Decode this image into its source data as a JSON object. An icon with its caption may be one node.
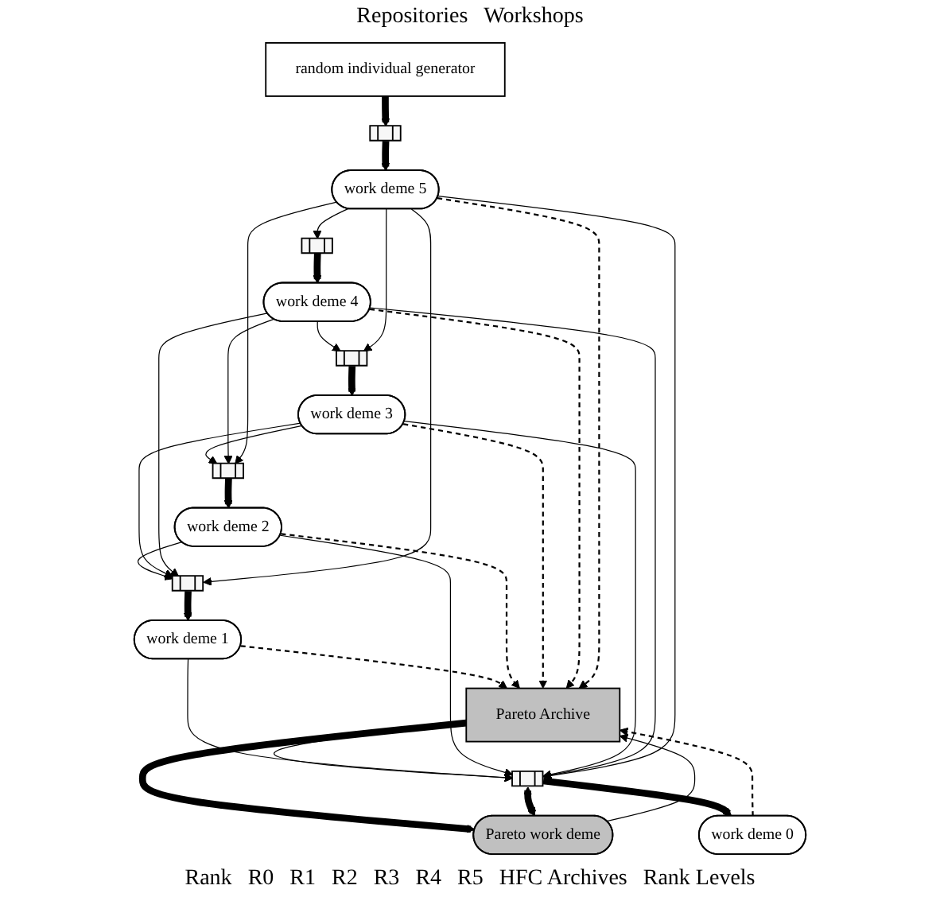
{
  "diagram": {
    "nodes": [
      {
        "text": [
          "Pareto Archive"
        ]
      },
      {
        "text": [],
        "shape": "bar"
      },
      {
        "text": [],
        "shape": "bar"
      },
      {
        "text": [],
        "shape": "bar"
      },
      {
        "text": [],
        "shape": "bar"
      },
      {
        "text": [],
        "shape": "bar"
      },
      {
        "text": [],
        "shape": "bar"
      },
      {
        "text": [
          "Pareto work deme"
        ]
      },
      {
        "text": [
          "work deme 0"
        ]
      },
      {
        "text": [
          "work deme 1"
        ]
      },
      {
        "text": [
          "work deme 2"
        ]
      },
      {
        "text": [
          "work deme 3"
        ]
      },
      {
        "text": [
          "work deme 4"
        ]
      },
      {
        "text": [
          "work deme 5"
        ]
      },
      {
        "text": [
          "random individual generator"
        ]
      }
    ],
    "edges": [
      {
        "from": 7,
        "to": 0,
        "arrow": "to"
      },
      {
        "from": 0,
        "to": 7,
        "arrow": "to",
        "style": "thick"
      },
      {
        "from": 1,
        "to": 7,
        "arrow": "both",
        "style": "thick"
      },
      {
        "from": 0,
        "to": 1,
        "arrow": "to"
      },
      {
        "from": 8,
        "to": 0,
        "arrow": "to",
        "style": "dashed"
      },
      {
        "from": 9,
        "to": 0,
        "arrow": "to",
        "style": "dashed"
      },
      {
        "from": 10,
        "to": 0,
        "arrow": "to",
        "style": "dashed"
      },
      {
        "from": 11,
        "to": 0,
        "arrow": "to",
        "style": "dashed"
      },
      {
        "from": 12,
        "to": 0,
        "arrow": "to",
        "style": "dashed"
      },
      {
        "from": 13,
        "to": 0,
        "arrow": "to",
        "style": "dashed"
      },
      {
        "from": 1,
        "to": 8,
        "arrow": "to",
        "style": "thick"
      },
      {
        "from": 2,
        "to": 9,
        "arrow": "to",
        "style": "thick"
      },
      {
        "from": 3,
        "to": 10,
        "arrow": "to",
        "style": "thick"
      },
      {
        "from": 4,
        "to": 11,
        "arrow": "to",
        "style": "thick"
      },
      {
        "from": 5,
        "to": 12,
        "arrow": "to",
        "style": "thick"
      },
      {
        "from": 6,
        "to": 13,
        "arrow": "to",
        "style": "thick"
      },
      {
        "from": 9,
        "to": 1,
        "arrow": "to"
      },
      {
        "from": 10,
        "to": 1,
        "arrow": "to"
      },
      {
        "from": 10,
        "to": 2,
        "arrow": "to"
      },
      {
        "from": 11,
        "to": 1,
        "arrow": "to"
      },
      {
        "from": 11,
        "to": 2,
        "arrow": "to"
      },
      {
        "from": 11,
        "to": 3,
        "arrow": "to"
      },
      {
        "from": 12,
        "to": 1,
        "arrow": "to"
      },
      {
        "from": 12,
        "to": 2,
        "arrow": "to"
      },
      {
        "from": 12,
        "to": 3,
        "arrow": "to"
      },
      {
        "from": 12,
        "to": 4,
        "arrow": "to"
      },
      {
        "from": 13,
        "to": 1,
        "arrow": "to"
      },
      {
        "from": 13,
        "to": 2,
        "arrow": "to"
      },
      {
        "from": 13,
        "to": 3,
        "arrow": "to"
      },
      {
        "from": 13,
        "to": 4,
        "arrow": "to"
      },
      {
        "from": 13,
        "to": 5,
        "arrow": "to"
      },
      {
        "from": 14,
        "to": 6,
        "arrow": "to",
        "style": "thick"
      }
    ],
    "labels": [
      "Repositories",
      "Workshops",
      "Rank",
      "R0",
      "R1",
      "R2",
      "R3",
      "R4",
      "R5",
      "HFC Archives",
      "Rank Levels"
    ]
  }
}
